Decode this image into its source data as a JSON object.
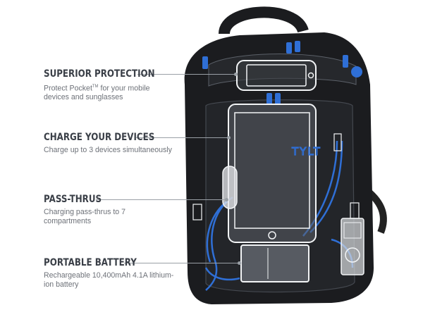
{
  "features": [
    {
      "title": "SUPERIOR PROTECTION",
      "desc_pre": "Protect Pocket",
      "desc_sup": "TM",
      "desc_post": " for your mobile devices and sunglasses"
    },
    {
      "title": "CHARGE YOUR DEVICES",
      "desc": "Charge up to 3 devices simultaneously"
    },
    {
      "title": "PASS-THRUS",
      "desc": "Charging pass-thrus to 7 compartments"
    },
    {
      "title": "PORTABLE BATTERY",
      "desc": "Rechargeable 10,400mAh 4.1A lithium-ion battery"
    }
  ],
  "brand_mark": "TYLT",
  "colors": {
    "bag": "#1b1c1f",
    "accent_blue": "#2f6fd6",
    "outline": "#f2f4f6",
    "title": "#3a3f47",
    "desc": "#6d7178"
  }
}
